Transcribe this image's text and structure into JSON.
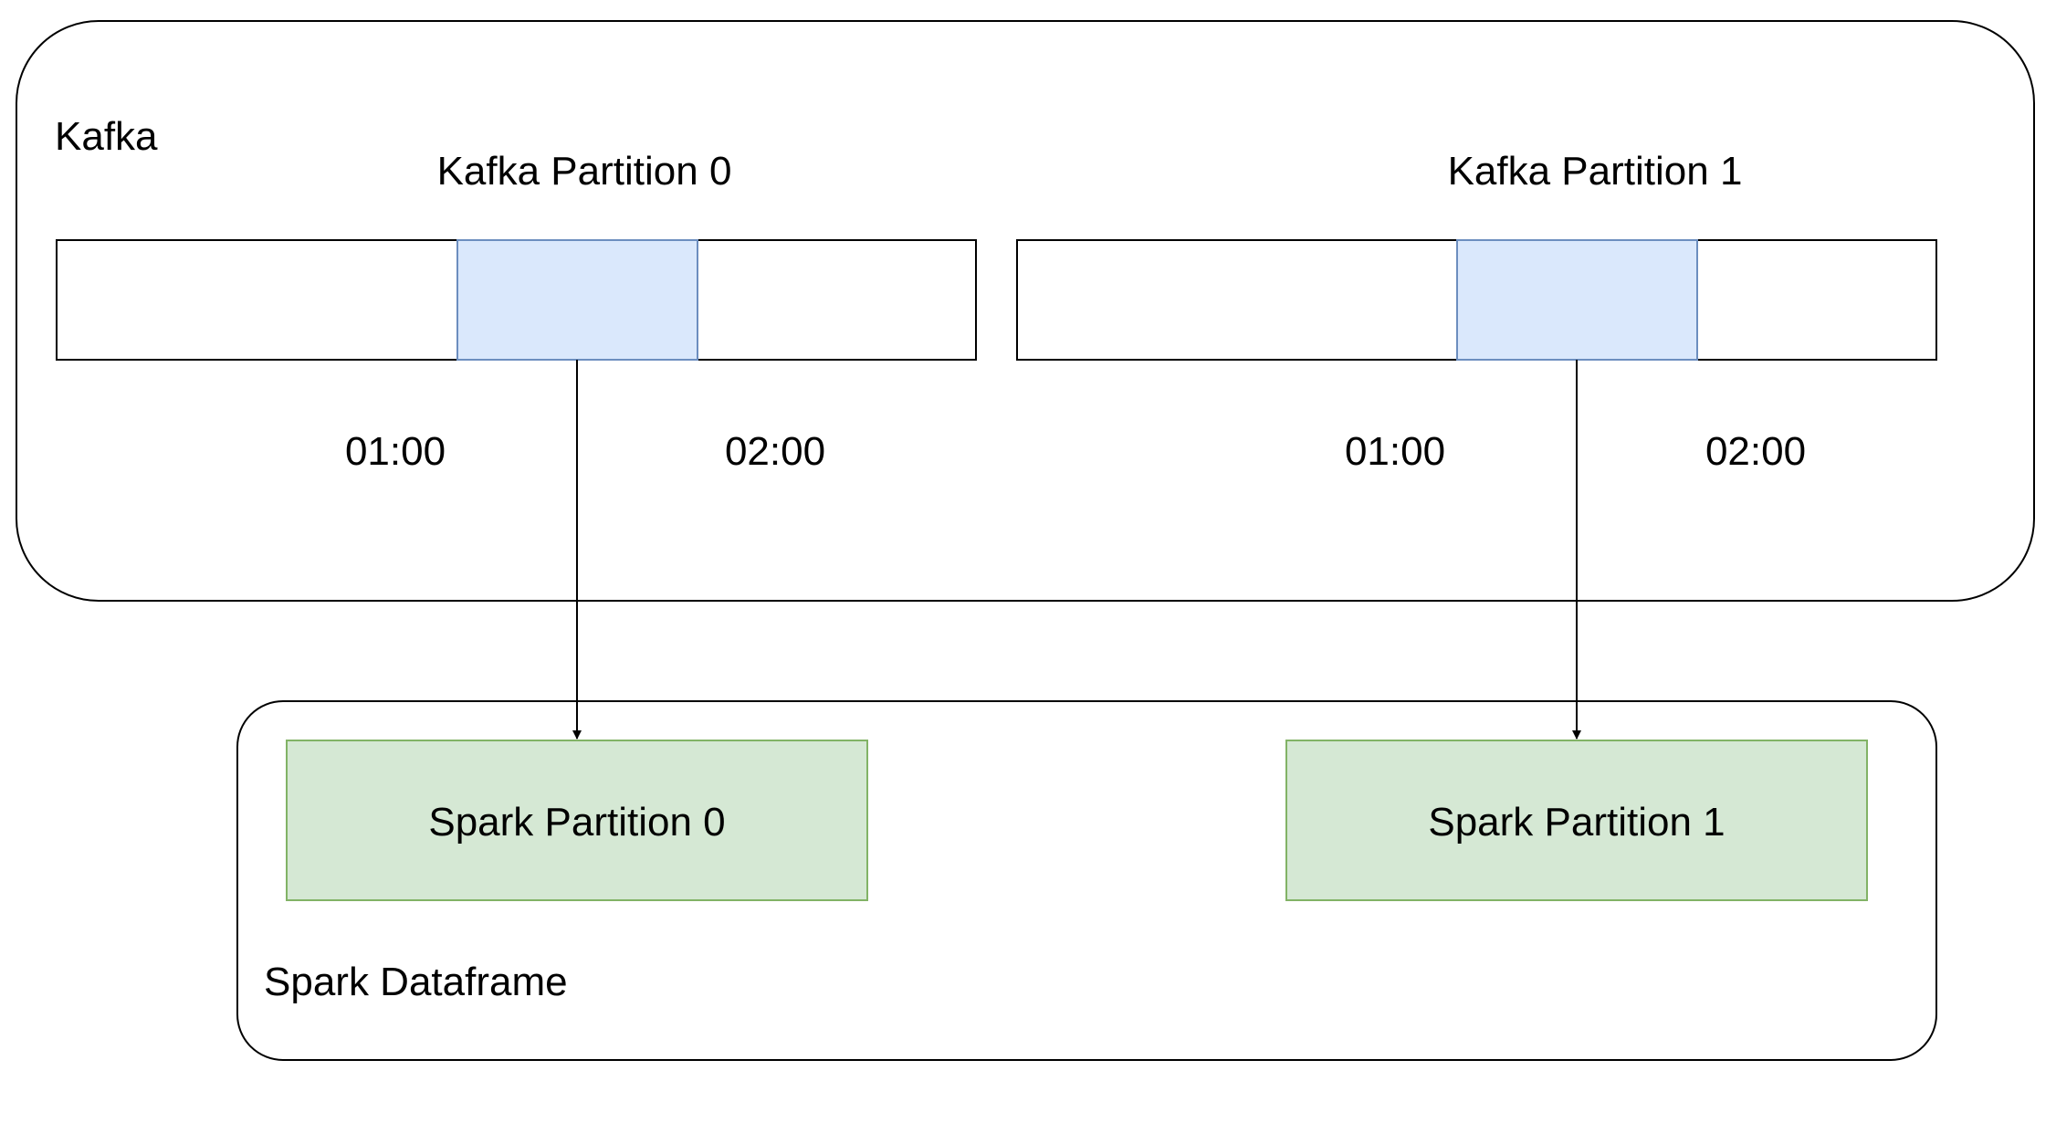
{
  "colors": {
    "stroke": "#000000",
    "window_fill": "#dae8fc",
    "window_stroke": "#6c8ebf",
    "spark_fill": "#d5e8d4",
    "spark_stroke": "#82b366"
  },
  "kafka": {
    "label": "Kafka",
    "partitions": [
      {
        "title": "Kafka Partition 0",
        "start_time": "01:00",
        "end_time": "02:00"
      },
      {
        "title": "Kafka Partition 1",
        "start_time": "01:00",
        "end_time": "02:00"
      }
    ]
  },
  "spark": {
    "label": "Spark Dataframe",
    "partitions": [
      {
        "label": "Spark Partition 0"
      },
      {
        "label": "Spark Partition 1"
      }
    ]
  }
}
